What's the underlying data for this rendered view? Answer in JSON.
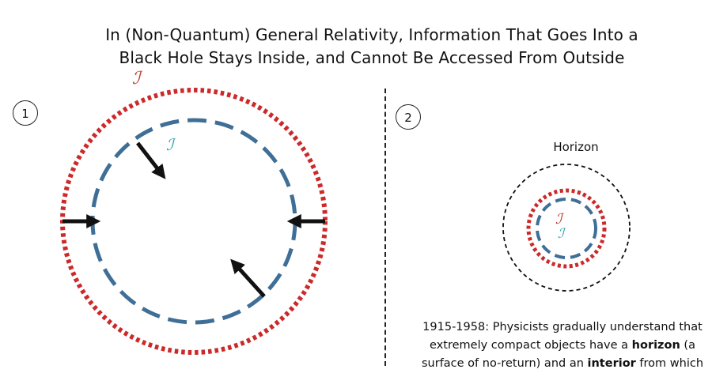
{
  "title": {
    "line1": "In (Non-Quantum) General Relativity, Information That Goes Into a",
    "line2": "Black Hole Stays Inside, and Cannot Be Accessed From Outside"
  },
  "panels": [
    {
      "number": "1"
    },
    {
      "number": "2",
      "horizon_label": "Horizon"
    }
  ],
  "caption": {
    "line1": "1915-1958:  Physicists gradually understand that",
    "line2_pre": "extremely compact objects have a ",
    "line2_bold": "horizon",
    "line2_post": " (a",
    "line3_pre": "surface of no-return) and an ",
    "line3_bold": "interior",
    "line3_post": " from which"
  },
  "colors": {
    "outer_dotted": "#cc2a2a",
    "inner_dashed": "#3f6f96",
    "arrows": "#111111",
    "info_symbol_red": "#c0392b",
    "info_symbol_teal": "#2aa3b2"
  },
  "symbols": {
    "info": "ℐ"
  }
}
